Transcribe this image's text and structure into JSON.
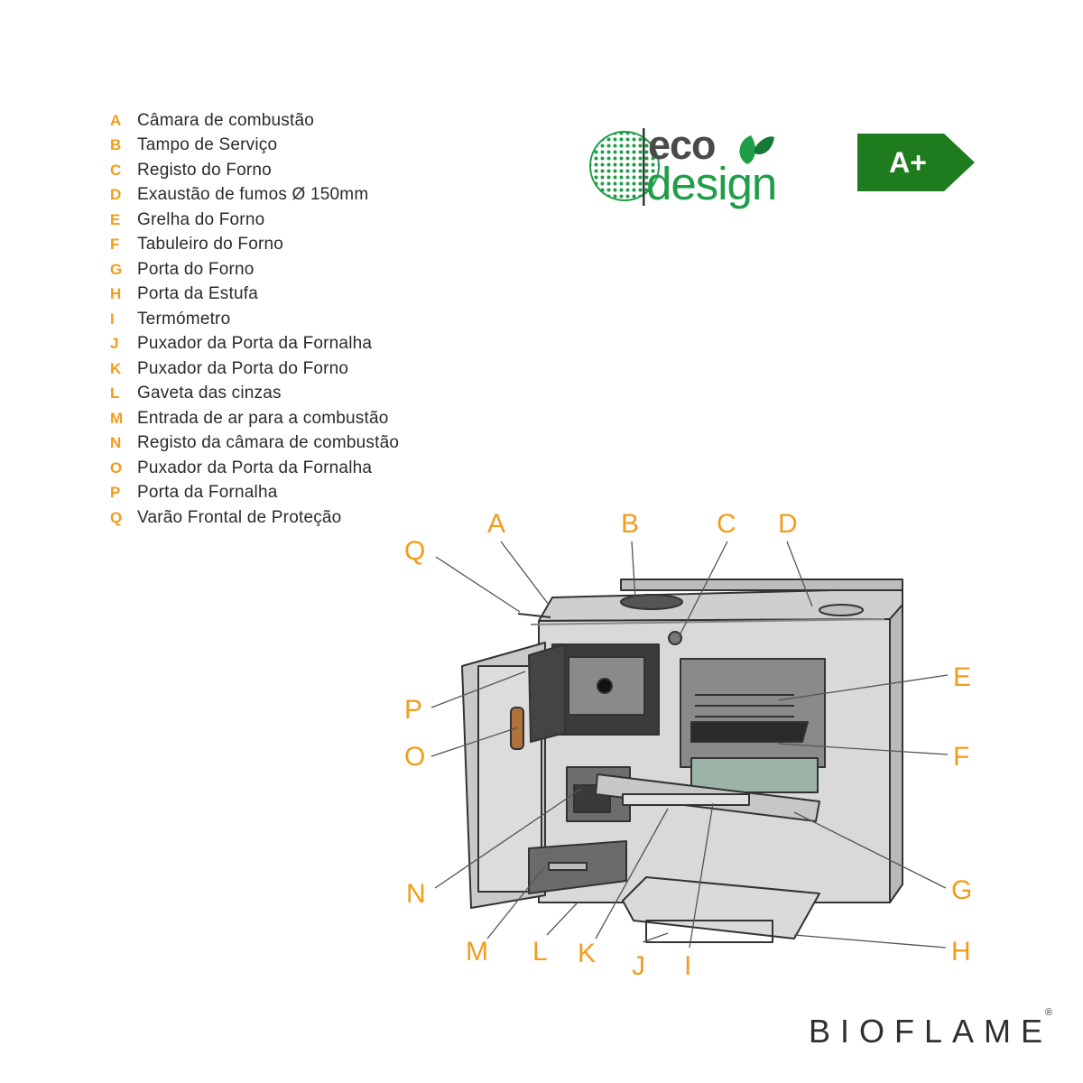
{
  "legend": {
    "items": [
      {
        "letter": "A",
        "text": "Câmara de combustão"
      },
      {
        "letter": "B",
        "text": "Tampo de Serviço"
      },
      {
        "letter": "C",
        "text": "Registo do Forno"
      },
      {
        "letter": "D",
        "text": "Exaustão de fumos Ø 150mm"
      },
      {
        "letter": "E",
        "text": "Grelha do Forno"
      },
      {
        "letter": "F",
        "text": "Tabuleiro do Forno"
      },
      {
        "letter": "G",
        "text": "Porta do Forno"
      },
      {
        "letter": "H",
        "text": "Porta da Estufa"
      },
      {
        "letter": "I",
        "text": "Termómetro"
      },
      {
        "letter": "J",
        "text": "Puxador da Porta da Fornalha"
      },
      {
        "letter": "K",
        "text": "Puxador da Porta do Forno"
      },
      {
        "letter": "L",
        "text": "Gaveta das cinzas"
      },
      {
        "letter": "M",
        "text": "Entrada de ar para a combustão"
      },
      {
        "letter": "N",
        "text": "Registo da câmara de combustão"
      },
      {
        "letter": "O",
        "text": "Puxador da Porta da Fornalha"
      },
      {
        "letter": "P",
        "text": "Porta da Fornalha"
      },
      {
        "letter": "Q",
        "text": "Varão Frontal de Proteção"
      }
    ]
  },
  "badges": {
    "eco_word": "eco",
    "design_word": "design",
    "energy_class": "A+"
  },
  "diagram": {
    "callouts": [
      "A",
      "B",
      "C",
      "D",
      "E",
      "F",
      "G",
      "H",
      "I",
      "J",
      "K",
      "L",
      "M",
      "N",
      "O",
      "P",
      "Q"
    ]
  },
  "brand": {
    "name": "BIOFLAME",
    "reg": "®"
  },
  "colors": {
    "accent": "#f39c1b",
    "eco_green": "#1f9d49",
    "energy_green": "#1e7b1e",
    "text": "#2b2b2b"
  }
}
